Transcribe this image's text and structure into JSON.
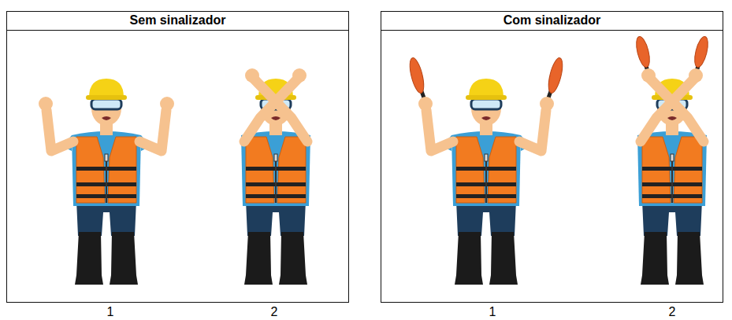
{
  "diagram": {
    "nodes": [
      {
        "text": [
          "Sem sinalizador"
        ]
      },
      {
        "text": [
          "Com sinalizador"
        ]
      }
    ],
    "labels": [
      "1",
      "2",
      "1",
      "2"
    ]
  }
}
